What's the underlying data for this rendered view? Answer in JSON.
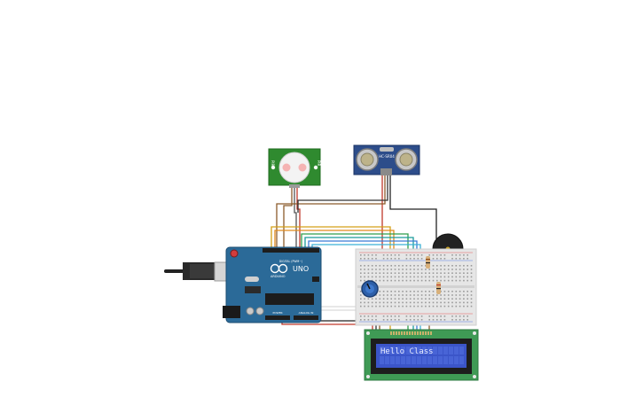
{
  "pir_sensor": {
    "label_left": "PIR",
    "label_right": "PIR"
  },
  "ultrasonic_sensor": {
    "model": "HC-SR04"
  },
  "arduino": {
    "model": "UNO",
    "brand": "ARDUINO",
    "digital_label": "DIGITAL (PWM~)",
    "power_label": "POWER",
    "analog_label": "ANALOG IN"
  },
  "lcd": {
    "text": "Hello Class"
  },
  "colors": {
    "arduino_blue": "#2b6a98",
    "breadboard": "#e6e6e6",
    "lcd_board": "#3f9a55",
    "lcd_screen": "#3b55c9",
    "pir_board": "#2f8a2f",
    "ultrasonic_board": "#2d4d8a",
    "buzzer": "#222222"
  }
}
